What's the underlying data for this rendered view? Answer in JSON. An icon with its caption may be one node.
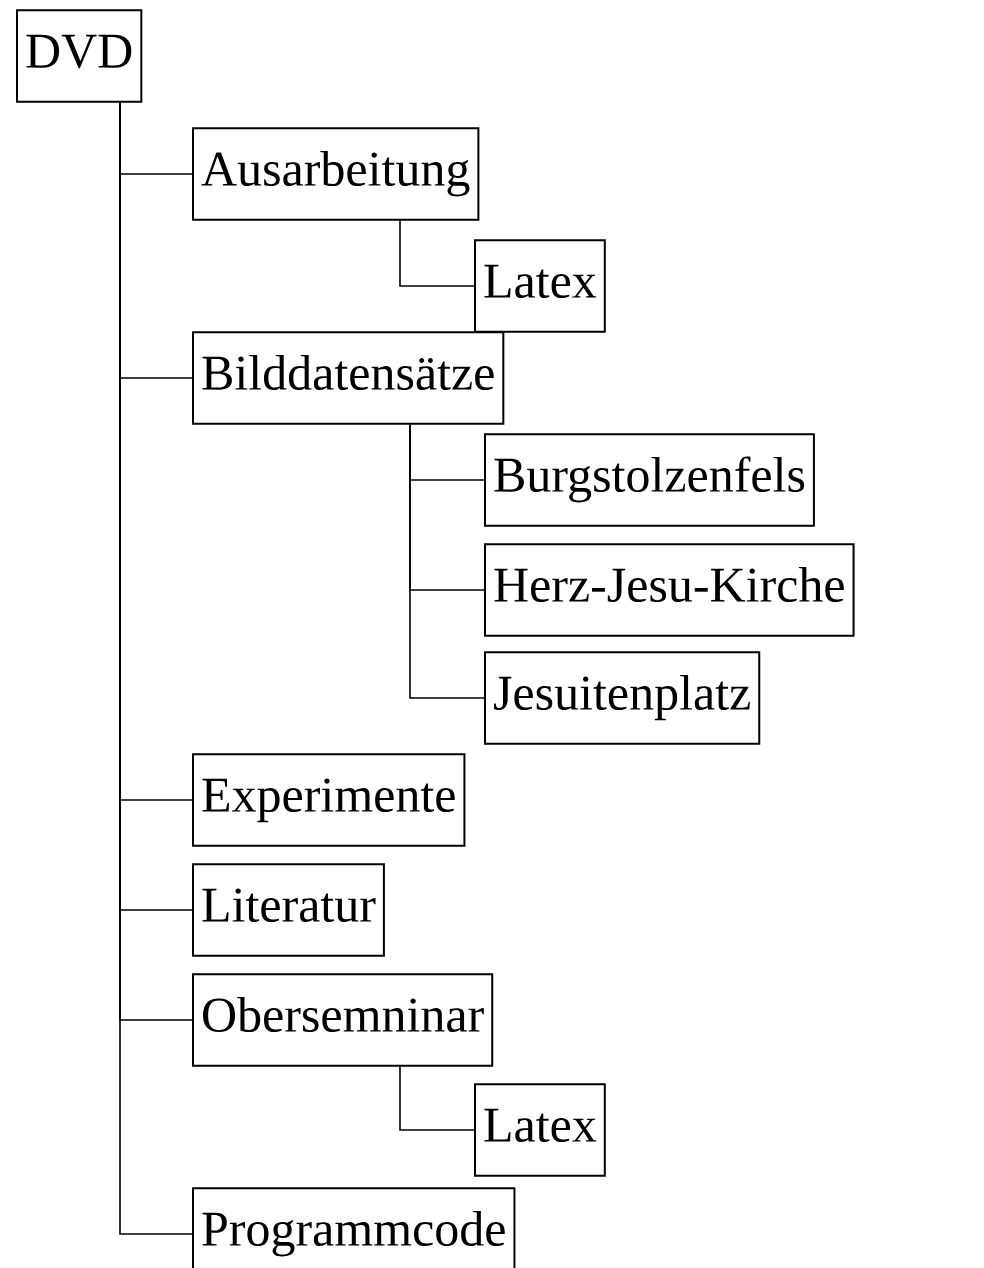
{
  "diagram": {
    "nodes": [
      {
        "text": [
          "DVD"
        ]
      },
      {
        "text": [
          "Ausarbeitung"
        ]
      },
      {
        "text": [
          "Latex"
        ]
      },
      {
        "text": [
          "Bilddatensätze"
        ]
      },
      {
        "text": [
          "Burgstolzenfels"
        ]
      },
      {
        "text": [
          "Herz-Jesu-Kirche"
        ]
      },
      {
        "text": [
          "Jesuitenplatz"
        ]
      },
      {
        "text": [
          "Experimente"
        ]
      },
      {
        "text": [
          "Literatur"
        ]
      },
      {
        "text": [
          "Obersemninar"
        ]
      },
      {
        "text": [
          "Latex"
        ]
      },
      {
        "text": [
          "Programmcode"
        ]
      }
    ],
    "edges": [
      {
        "from": 0,
        "to": 1,
        "arrow": "none"
      },
      {
        "from": 1,
        "to": 2,
        "arrow": "none"
      },
      {
        "from": 0,
        "to": 3,
        "arrow": "none"
      },
      {
        "from": 3,
        "to": 4,
        "arrow": "none"
      },
      {
        "from": 3,
        "to": 5,
        "arrow": "none"
      },
      {
        "from": 3,
        "to": 6,
        "arrow": "none"
      },
      {
        "from": 0,
        "to": 7,
        "arrow": "none"
      },
      {
        "from": 0,
        "to": 8,
        "arrow": "none"
      },
      {
        "from": 0,
        "to": 9,
        "arrow": "none"
      },
      {
        "from": 9,
        "to": 10,
        "arrow": "none"
      },
      {
        "from": 0,
        "to": 11,
        "arrow": "none"
      }
    ]
  }
}
